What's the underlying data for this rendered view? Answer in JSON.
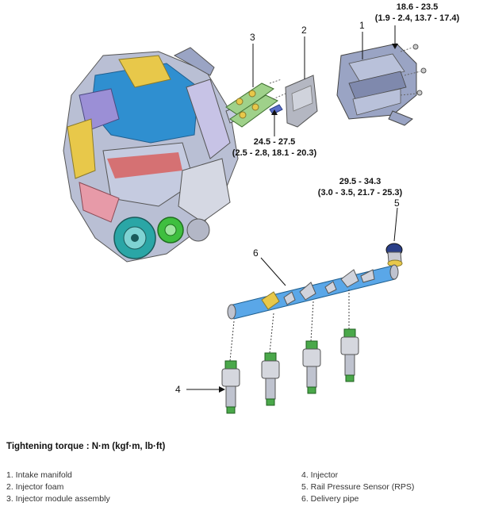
{
  "callouts": [
    "1",
    "2",
    "3",
    "4",
    "5",
    "6"
  ],
  "torque_specs": [
    {
      "value": "18.6 - 23.5",
      "detail": "(1.9 - 2.4, 13.7 - 17.4)"
    },
    {
      "value": "24.5 - 27.5",
      "detail": "(2.5 - 2.8, 18.1 - 20.3)"
    },
    {
      "value": "29.5 - 34.3",
      "detail": "(3.0 - 3.5, 21.7 - 25.3)"
    }
  ],
  "legend": {
    "title": "Tightening torque : N·m (kgf·m, lb·ft)",
    "items": [
      "1. Intake manifold",
      "2. Injector foam",
      "3. Injector module assembly",
      "4. Injector",
      "5. Rail Pressure Sensor (RPS)",
      "6. Delivery pipe"
    ]
  },
  "colors": {
    "engine_blue": "#2f8fd0",
    "engine_purple": "#9b8fd6",
    "engine_red": "#d9534f",
    "engine_yellow": "#e8c84a",
    "pulley_green": "#3fbf3f",
    "pulley_teal": "#2aa6a6",
    "rail_blue": "#5aa7e8",
    "manifold_gray": "#9aa4c4"
  }
}
